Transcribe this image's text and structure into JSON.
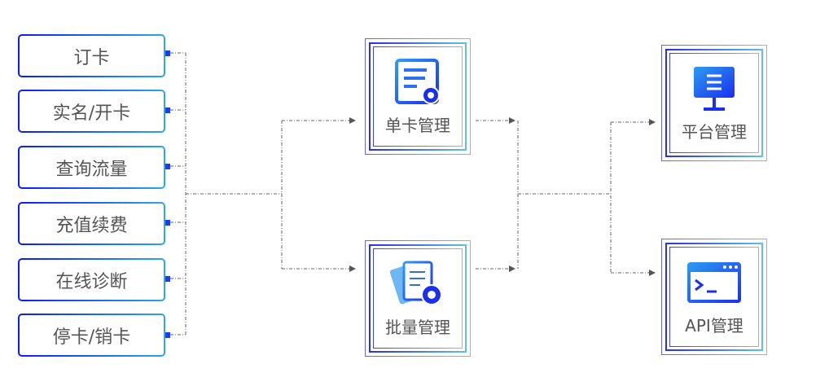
{
  "left_items": [
    "订卡",
    "实名/开卡",
    "查询流量",
    "充值续费",
    "在线诊断",
    "停卡/销卡"
  ],
  "middle": {
    "single": "单卡管理",
    "batch": "批量管理"
  },
  "right": {
    "platform": "平台管理",
    "api": "API管理"
  },
  "colors": {
    "accent_start": "#0a1cf5",
    "accent_end": "#2aa8ea",
    "line": "#666666"
  }
}
